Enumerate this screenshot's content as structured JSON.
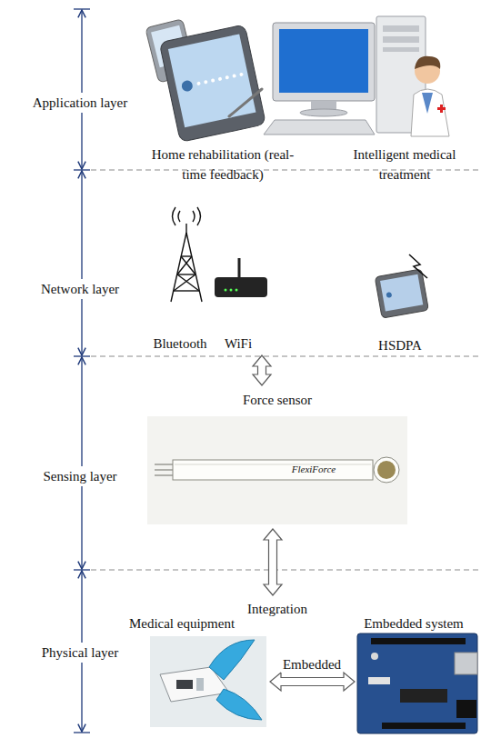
{
  "diagram": {
    "nodes": [
      {
        "text": [
          "Application layer"
        ]
      },
      {
        "text": [
          "Home rehabilitation (real-time feedback)"
        ],
        "in": 0
      },
      {
        "text": [
          "Intelligent medical treatment"
        ],
        "in": 0
      },
      {
        "text": [
          "Network layer"
        ]
      },
      {
        "text": [
          "Bluetooth"
        ],
        "in": 3
      },
      {
        "text": [
          "WiFi"
        ],
        "in": 3
      },
      {
        "text": [
          "HSDPA"
        ],
        "in": 3
      },
      {
        "text": [
          "Sensing layer"
        ]
      },
      {
        "text": [
          "Force sensor"
        ],
        "in": 7
      },
      {
        "text": [
          "Physical layer"
        ]
      },
      {
        "text": [
          "Medical equipment"
        ],
        "in": 9
      },
      {
        "text": [
          "Embedded system"
        ],
        "in": 9
      }
    ],
    "edges": [
      {
        "from": 5,
        "to": 8,
        "arrow": "both"
      },
      {
        "from": 8,
        "to": 9,
        "arrow": "both"
      },
      {
        "from": 10,
        "to": 11,
        "label": "Embedded",
        "arrow": "both"
      }
    ],
    "labels": [
      "FlexiForce",
      "Integration"
    ]
  }
}
